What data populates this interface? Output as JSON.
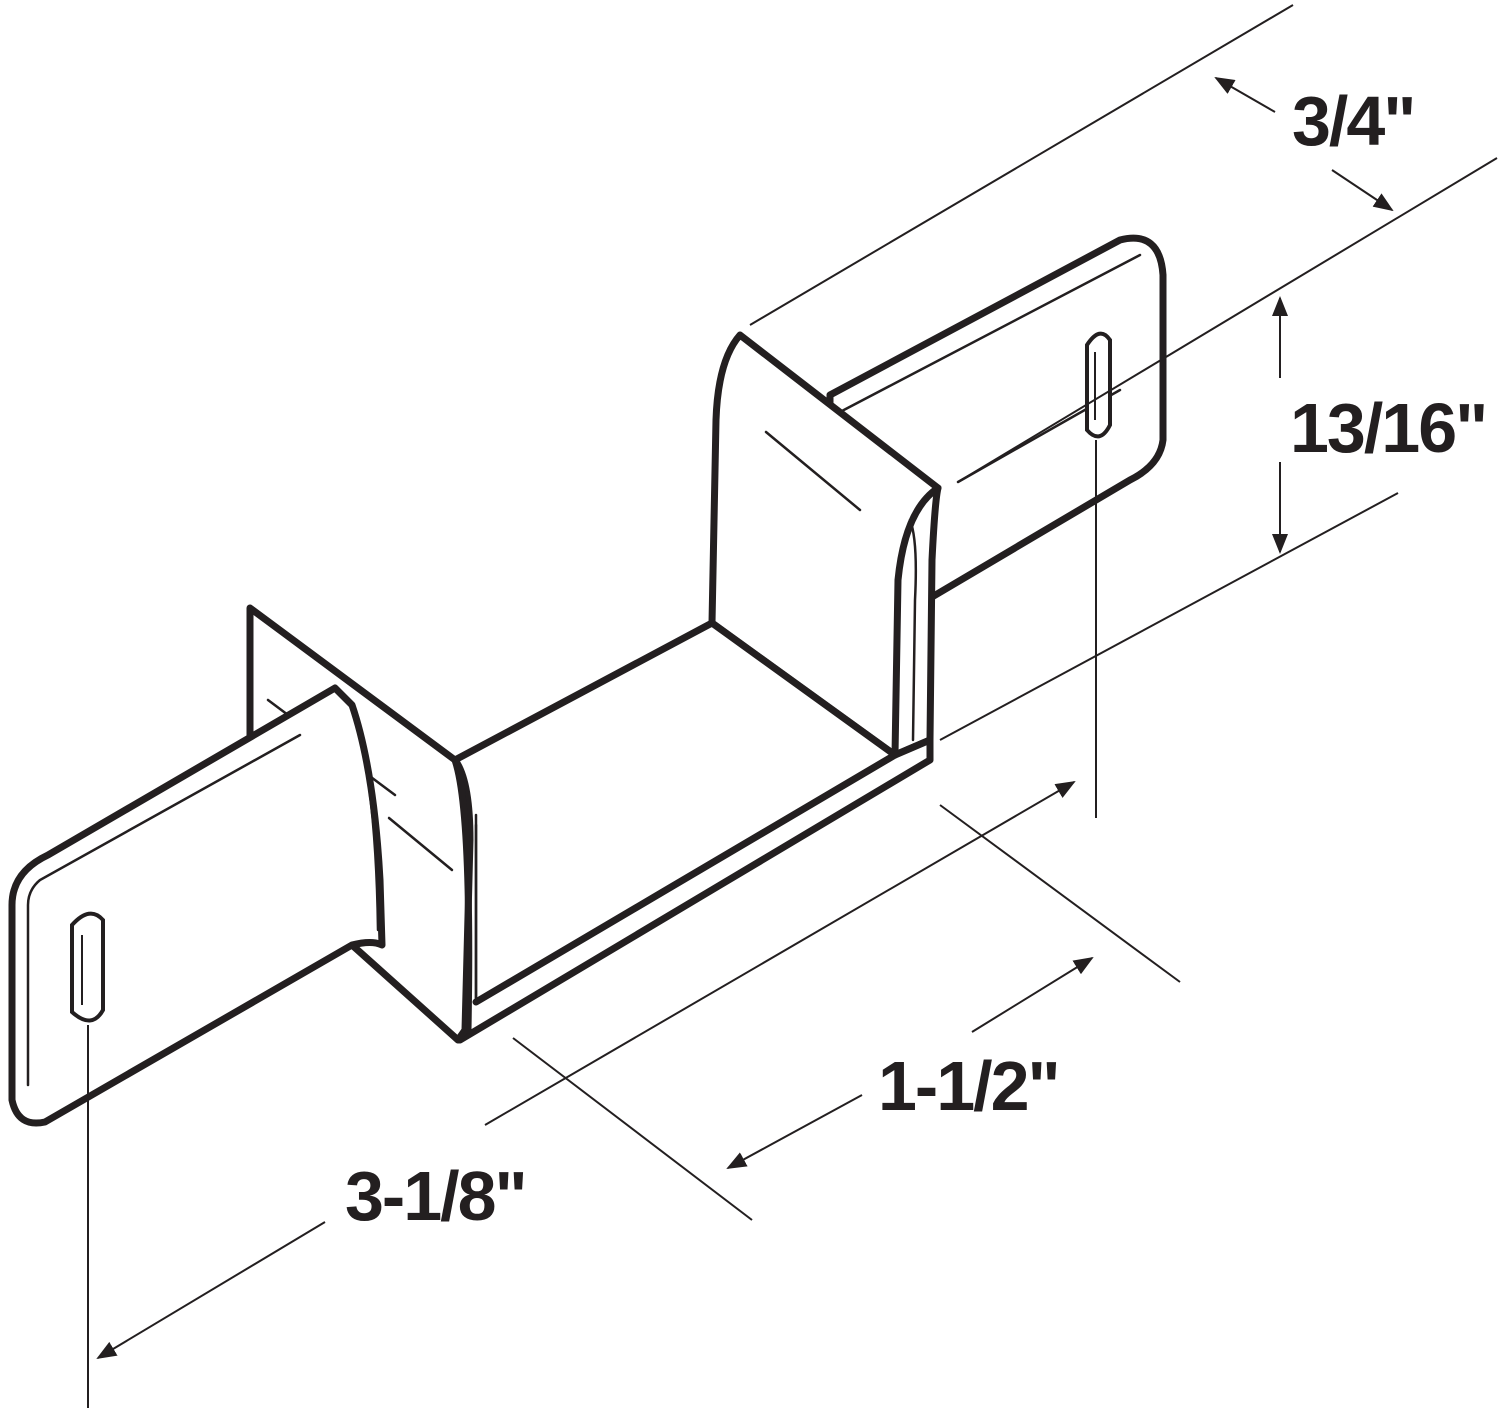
{
  "diagram": {
    "dimensions": {
      "depth": "3/4\"",
      "height": "13/16\"",
      "inner_width": "1-1/2\"",
      "overall_length": "3-1/8\""
    },
    "colors": {
      "line": "#231f20",
      "background": "#ffffff"
    }
  }
}
